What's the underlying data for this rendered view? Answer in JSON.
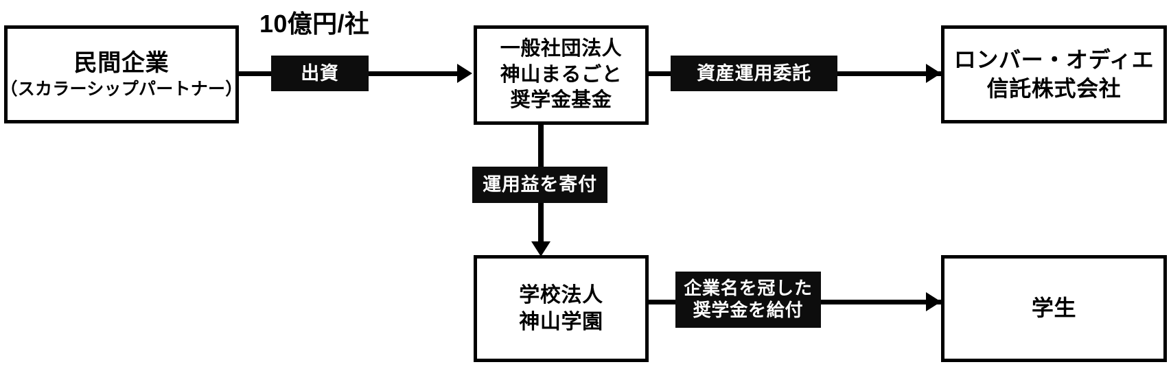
{
  "diagram": {
    "title_caption": "10億円/社",
    "nodes": {
      "private_company": {
        "line1": "民間企業",
        "line2": "（スカラーシップパートナー）"
      },
      "foundation": {
        "line1": "一般社団法人",
        "line2": "神山まるごと",
        "line3": "奨学金基金"
      },
      "trust_company": {
        "line1": "ロンバー・オディエ",
        "line2": "信託株式会社"
      },
      "school": {
        "line1": "学校法人",
        "line2": "神山学園"
      },
      "students": {
        "line1": "学生"
      }
    },
    "edge_labels": {
      "investment": "出資",
      "asset_management": "資産運用委託",
      "donate_returns": "運用益を寄付",
      "grant_line1": "企業名を冠した",
      "grant_line2": "奨学金を給付"
    },
    "colors": {
      "background": "#ffffff",
      "stroke": "#000000",
      "chip_background": "#0d0d0d",
      "chip_text": "#ffffff"
    }
  }
}
